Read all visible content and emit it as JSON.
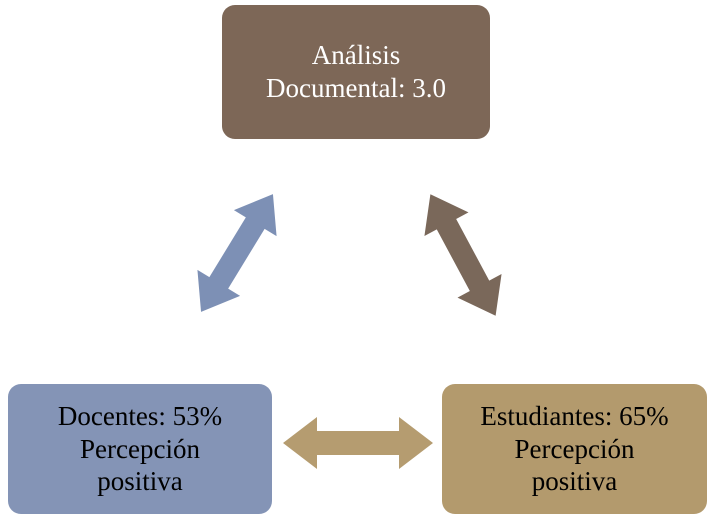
{
  "diagram": {
    "nodes": {
      "analisis": {
        "lines": [
          "Análisis",
          "Documental: 3.0"
        ]
      },
      "docentes": {
        "lines": [
          "Docentes: 53%",
          "Percepción",
          "positiva"
        ]
      },
      "estudiantes": {
        "lines": [
          "Estudiantes: 65%",
          "Percepción",
          "positiva"
        ]
      }
    },
    "colors": {
      "analisis_box": "#7d6757",
      "docentes_box": "#8494b6",
      "estudiantes_box": "#b39a6d",
      "arrow_analisis_docentes": "#7d90b5",
      "arrow_analisis_estudiantes": "#7a685a",
      "arrow_docentes_estudiantes": "#b59c70",
      "analisis_text": "#ffffff",
      "bottom_text": "#000000",
      "background": "#ffffff"
    }
  }
}
